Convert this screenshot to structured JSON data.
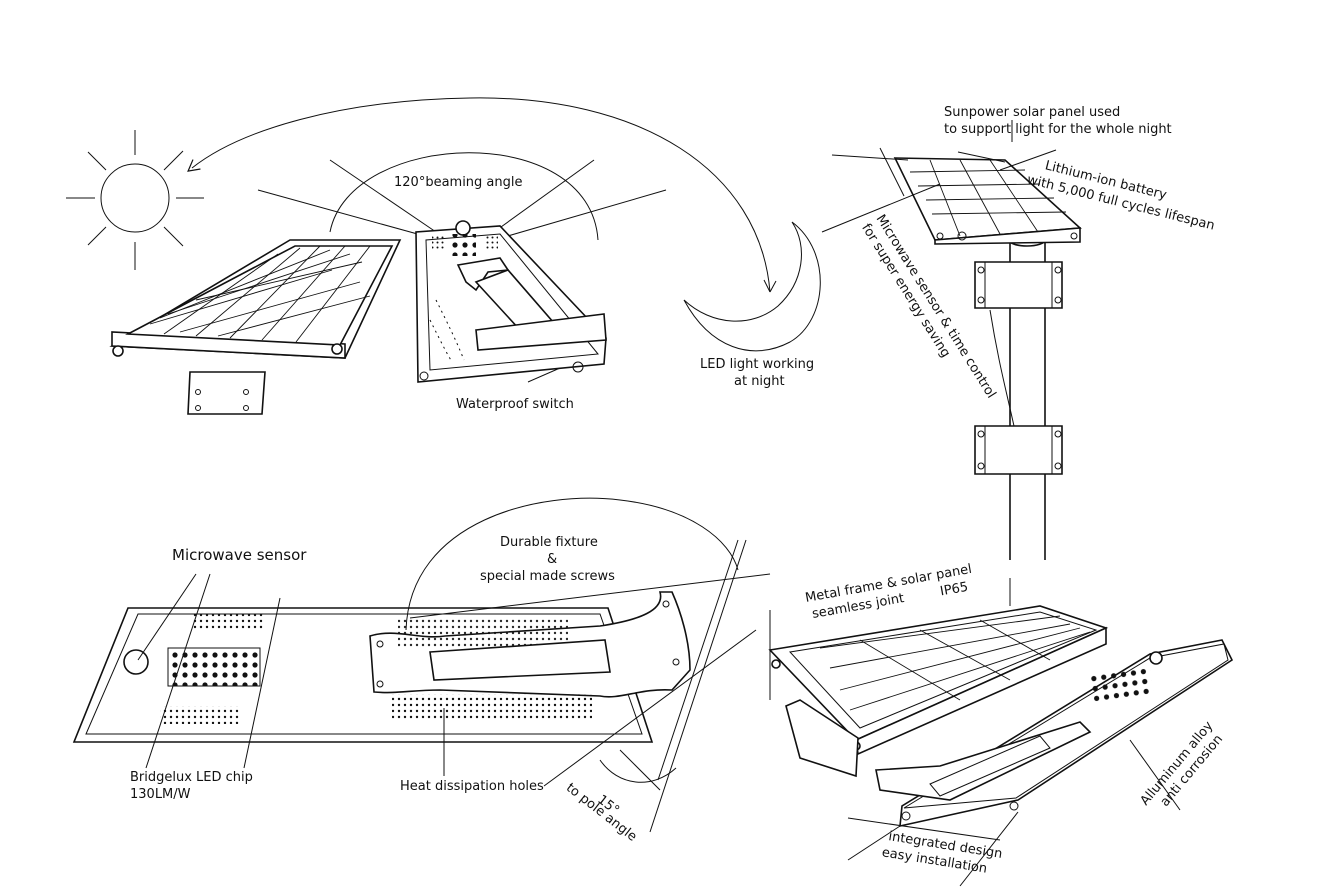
{
  "labels": {
    "beaming_angle": "120°beaming angle",
    "waterproof_switch": "Waterproof switch",
    "led_night_line1": "LED light working",
    "led_night_line2": "at night",
    "sunpower_line1": "Sunpower solar panel used",
    "sunpower_line2": "to support light for the whole night",
    "battery_line1": "Lithium-ion battery",
    "battery_line2": "with 5,000 full cycles lifespan",
    "microwave_ctrl_line1": "Microwave sensor & time control",
    "microwave_ctrl_line2": "for super energy saving",
    "microwave_sensor": "Microwave sensor",
    "durable_line1": "Durable fixture",
    "durable_line2": "&",
    "durable_line3": "special made screws",
    "metal_frame_line1": "Metal frame & solar panel",
    "metal_frame_line2": "seamless joint",
    "ip65": "IP65",
    "bridgelux_line1": "Bridgelux LED chip",
    "bridgelux_line2": "130LM/W",
    "heat_holes": "Heat dissipation holes",
    "angle_deg": "15°",
    "pole_angle": "to pole angle",
    "aluminum_line1": "Alluminum alloy",
    "aluminum_line2": "anti corrosion",
    "integrated_line1": "integrated  design",
    "integrated_line2": "easy installation"
  },
  "icons": [
    "sun-icon",
    "moon-icon"
  ],
  "colors": {
    "ink": "#111111",
    "background": "#ffffff"
  }
}
